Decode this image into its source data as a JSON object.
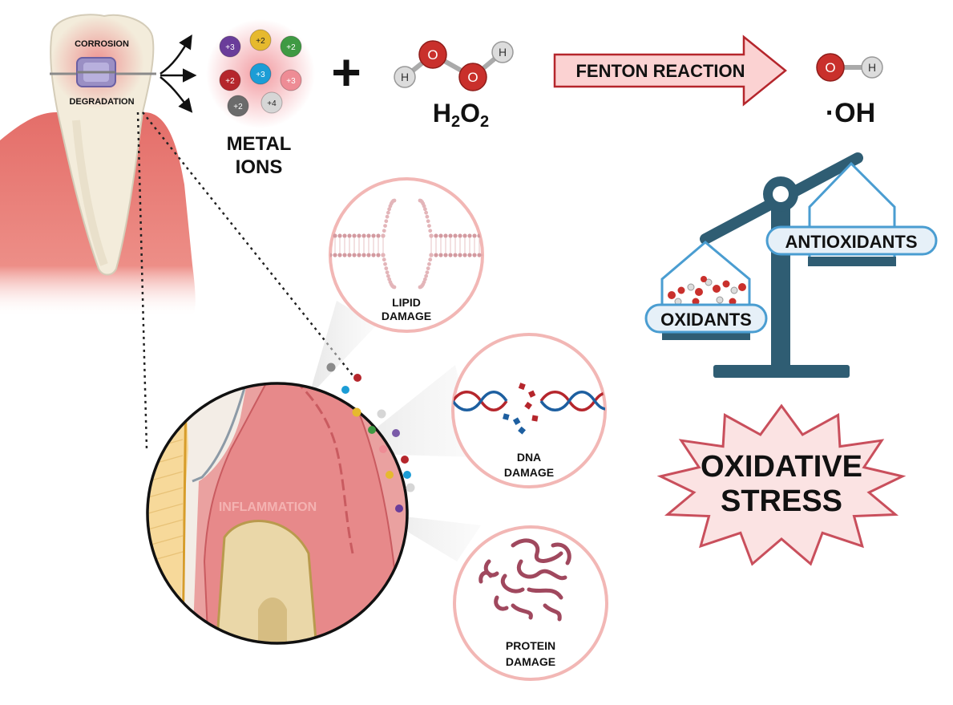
{
  "tooth": {
    "corrosion_label": "CORROSION",
    "degradation_label": "DEGRADATION"
  },
  "metal_ions": {
    "label_line1": "METAL",
    "label_line2": "IONS",
    "ions": [
      {
        "charge": "+3",
        "color": "#6a3d9a"
      },
      {
        "charge": "+2",
        "color": "#e6b92e"
      },
      {
        "charge": "+2",
        "color": "#3f9a43"
      },
      {
        "charge": "+2",
        "color": "#b5262c"
      },
      {
        "charge": "+3",
        "color": "#1c9dd6"
      },
      {
        "charge": "+3",
        "color": "#ee8c95"
      },
      {
        "charge": "+2",
        "color": "#6b6b6b"
      },
      {
        "charge": "+4",
        "color": "#d6d6d6"
      }
    ]
  },
  "reaction": {
    "plus_sign": "+",
    "h2o2_atoms": [
      "H",
      "O",
      "O",
      "H"
    ],
    "h2o2_label": "H",
    "h2o2_sub1": "2",
    "h2o2_mid": "O",
    "h2o2_sub2": "2",
    "fenton_label": "FENTON REACTION",
    "oh_atoms": [
      "O",
      "H"
    ],
    "oh_label": "·OH"
  },
  "inflammation": {
    "label": "INFLAMMATION"
  },
  "damage": {
    "lipid_line1": "LIPID",
    "lipid_line2": "DAMAGE",
    "dna_line1": "DNA",
    "dna_line2": "DAMAGE",
    "protein_line1": "PROTEIN",
    "protein_line2": "DAMAGE"
  },
  "balance": {
    "antioxidants_label": "ANTIOXIDANTS",
    "oxidants_label": "OXIDANTS"
  },
  "stress": {
    "line1": "OXIDATIVE",
    "line2": "STRESS"
  },
  "colors": {
    "gum": "#e9837d",
    "tooth": "#f2ead8",
    "accent_red": "#b5262c",
    "callout_pink": "#f2b7b5",
    "scale_teal": "#2f5d73",
    "scale_blue": "#4a9dd1",
    "star_fill": "#fbe3e3",
    "star_stroke": "#c94f5c"
  }
}
